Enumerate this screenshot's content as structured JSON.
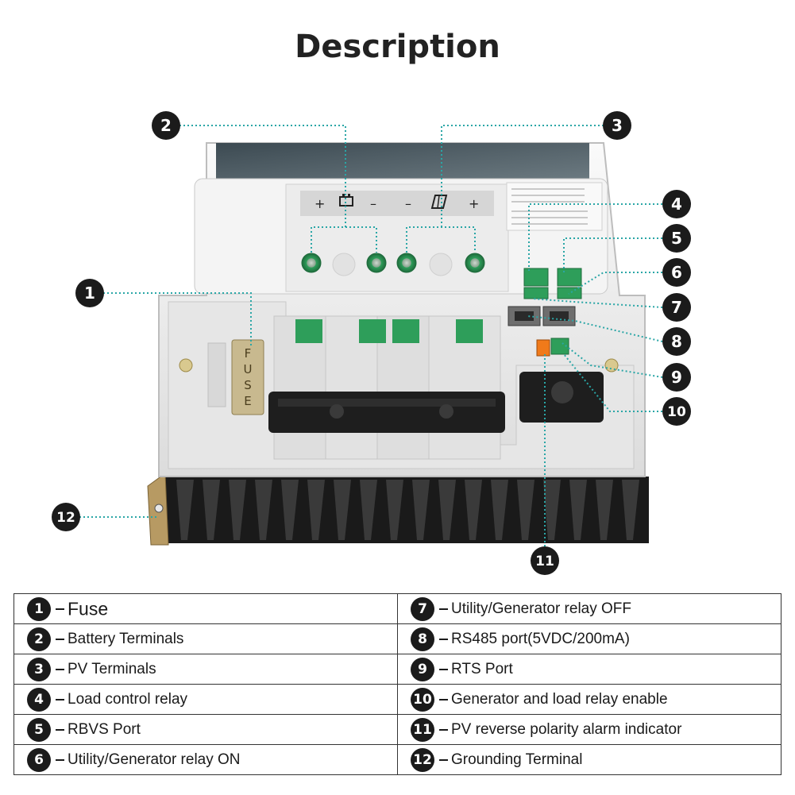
{
  "title": "Description",
  "panel": {
    "battery_plus": "+",
    "battery_minus": "–",
    "pv_minus": "–",
    "pv_plus": "+",
    "fuse_text": "FUSE"
  },
  "items": [
    {
      "num": "1",
      "label": "Fuse"
    },
    {
      "num": "2",
      "label": "Battery Terminals"
    },
    {
      "num": "3",
      "label": "PV Terminals"
    },
    {
      "num": "4",
      "label": "Load control relay"
    },
    {
      "num": "5",
      "label": "RBVS Port"
    },
    {
      "num": "6",
      "label": "Utility/Generator relay ON"
    },
    {
      "num": "7",
      "label": "Utility/Generator relay OFF"
    },
    {
      "num": "8",
      "label": "RS485 port(5VDC/200mA)"
    },
    {
      "num": "9",
      "label": "RTS Port"
    },
    {
      "num": "10",
      "label": "Generator and load relay enable"
    },
    {
      "num": "11",
      "label": "PV reverse polarity alarm indicator"
    },
    {
      "num": "12",
      "label": "Grounding Terminal"
    }
  ],
  "colors": {
    "callout": "#1b1b1b",
    "leader": "#2aa6a6",
    "terminal_green": "#2e9e5a",
    "heatsink": "#111111",
    "housing": "#f1f1f1",
    "rts_orange": "#f07a1a"
  }
}
